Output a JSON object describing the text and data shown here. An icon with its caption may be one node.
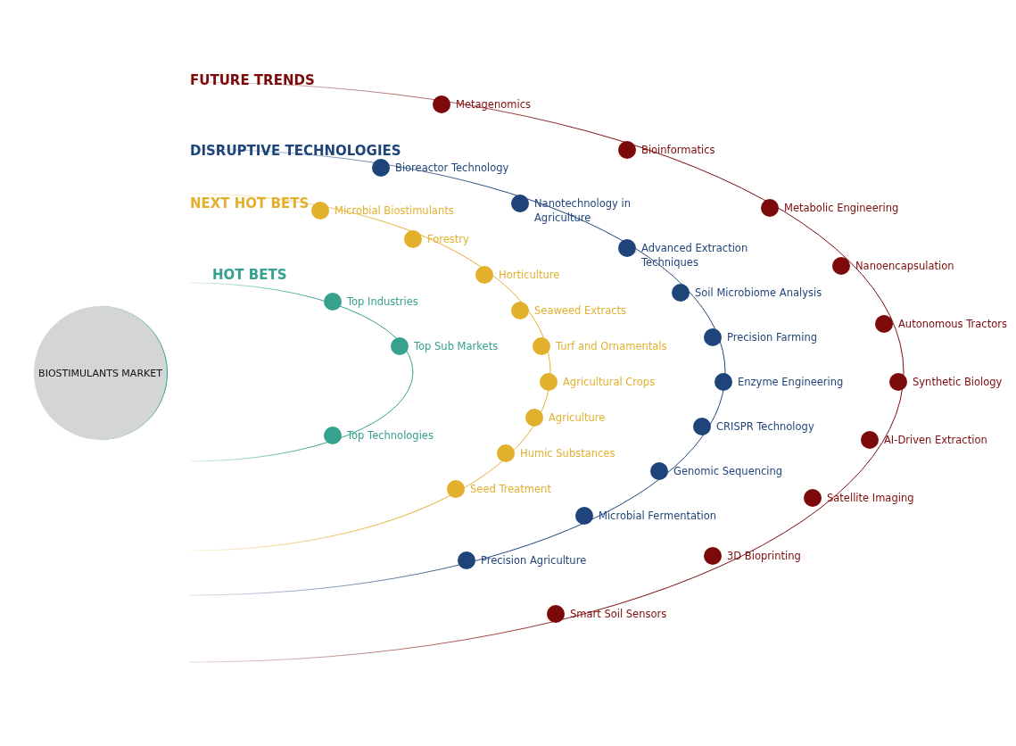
{
  "diagram": {
    "nodes": [
      {
        "text": [
          "BIOSTIMULANTS MARKET"
        ]
      },
      {
        "text": [],
        "shape": "circle",
        "beside": [
          "Metagenomics"
        ]
      },
      {
        "text": [],
        "shape": "circle",
        "beside": [
          "Bioinformatics"
        ]
      },
      {
        "text": [],
        "shape": "circle",
        "beside": [
          "Metabolic Engineering"
        ]
      },
      {
        "text": [],
        "shape": "circle",
        "beside": [
          "Nanoencapsulation"
        ]
      },
      {
        "text": [],
        "shape": "circle",
        "beside": [
          "Autonomous Tractors"
        ]
      },
      {
        "text": [],
        "shape": "circle",
        "beside": [
          "Synthetic Biology"
        ]
      },
      {
        "text": [],
        "shape": "circle",
        "beside": [
          "AI-Driven Extraction"
        ]
      },
      {
        "text": [],
        "shape": "circle",
        "beside": [
          "Satellite Imaging"
        ]
      },
      {
        "text": [],
        "shape": "circle",
        "beside": [
          "3D Bioprinting"
        ]
      },
      {
        "text": [],
        "shape": "circle",
        "beside": [
          "Smart Soil Sensors"
        ]
      },
      {
        "text": [],
        "shape": "circle",
        "beside": [
          "Bioreactor Technology"
        ]
      },
      {
        "text": [],
        "shape": "circle",
        "beside": [
          "Nanotechnology in Agriculture"
        ]
      },
      {
        "text": [],
        "shape": "circle",
        "beside": [
          "Advanced Extraction Techniques"
        ]
      },
      {
        "text": [],
        "shape": "circle",
        "beside": [
          "Soil Microbiome Analysis"
        ]
      },
      {
        "text": [],
        "shape": "circle",
        "beside": [
          "Precision Farming"
        ]
      },
      {
        "text": [],
        "shape": "circle",
        "beside": [
          "Enzyme Engineering"
        ]
      },
      {
        "text": [],
        "shape": "circle",
        "beside": [
          "CRISPR Technology"
        ]
      },
      {
        "text": [],
        "shape": "circle",
        "beside": [
          "Genomic Sequencing"
        ]
      },
      {
        "text": [],
        "shape": "circle",
        "beside": [
          "Microbial Fermentation"
        ]
      },
      {
        "text": [],
        "shape": "circle",
        "beside": [
          "Precision Agriculture"
        ]
      },
      {
        "text": [],
        "shape": "circle",
        "beside": [
          "Microbial Biostimulants"
        ]
      },
      {
        "text": [],
        "shape": "circle",
        "beside": [
          "Forestry"
        ]
      },
      {
        "text": [],
        "shape": "circle",
        "beside": [
          "Horticulture"
        ]
      },
      {
        "text": [],
        "shape": "circle",
        "beside": [
          "Seaweed Extracts"
        ]
      },
      {
        "text": [],
        "shape": "circle",
        "beside": [
          "Turf and Ornamentals"
        ]
      },
      {
        "text": [],
        "shape": "circle",
        "beside": [
          "Agricultural Crops"
        ]
      },
      {
        "text": [],
        "shape": "circle",
        "beside": [
          "Agriculture"
        ]
      },
      {
        "text": [],
        "shape": "circle",
        "beside": [
          "Humic Substances"
        ]
      },
      {
        "text": [],
        "shape": "circle",
        "beside": [
          "Seed Treatment"
        ]
      },
      {
        "text": [],
        "shape": "circle",
        "beside": [
          "Top Industries"
        ]
      },
      {
        "text": [],
        "shape": "circle",
        "beside": [
          "Top Sub Markets"
        ]
      },
      {
        "text": [],
        "shape": "circle",
        "beside": [
          "Top Technologies"
        ]
      }
    ],
    "labels": [
      "FUTURE TRENDS",
      "DISRUPTIVE TECHNOLOGIES",
      "NEXT HOT BETS",
      "HOT BETS"
    ]
  }
}
